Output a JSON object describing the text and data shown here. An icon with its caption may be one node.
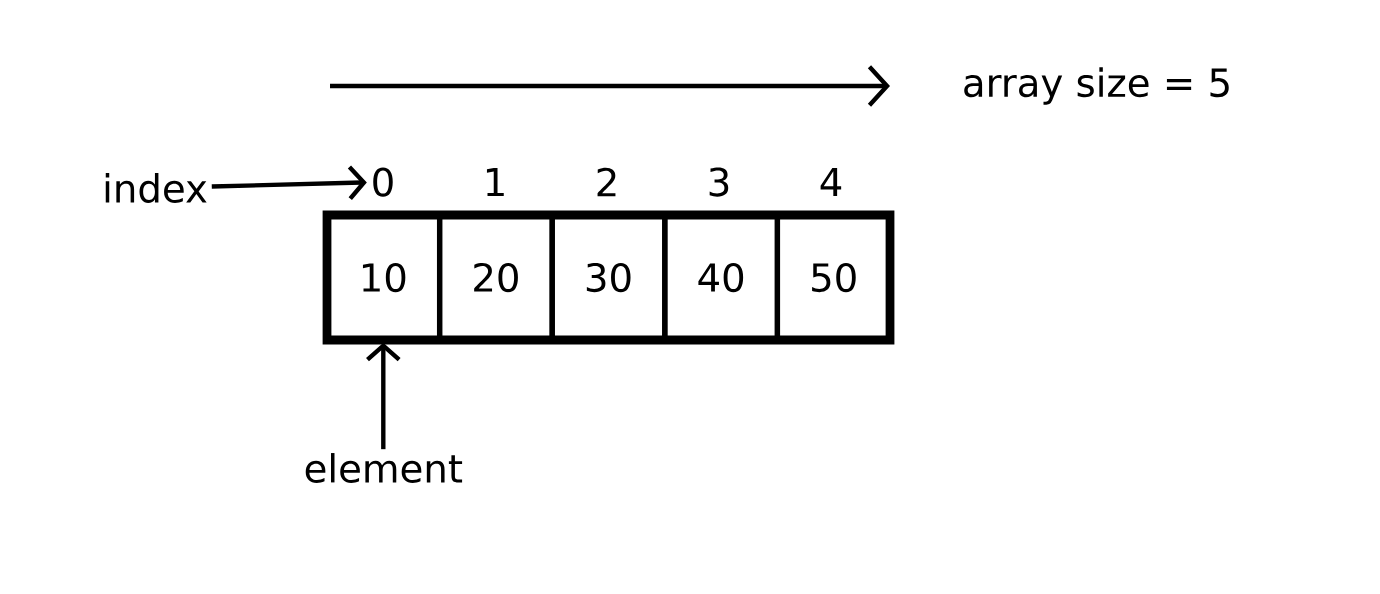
{
  "diagram": {
    "nodes": [
      {
        "text": [
          "index"
        ]
      },
      {
        "text": [
          "0"
        ]
      },
      {
        "text": [
          "1"
        ]
      },
      {
        "text": [
          "2"
        ]
      },
      {
        "text": [
          "3"
        ]
      },
      {
        "text": [
          "4"
        ]
      },
      {
        "text": [],
        "shape": "box"
      },
      {
        "text": [
          "10"
        ],
        "in": 6
      },
      {
        "text": [
          "20"
        ],
        "in": 6
      },
      {
        "text": [
          "30"
        ],
        "in": 6
      },
      {
        "text": [
          "40"
        ],
        "in": 6
      },
      {
        "text": [
          "50"
        ],
        "in": 6
      },
      {
        "text": [
          "element"
        ]
      }
    ],
    "edges": [
      {
        "from": 0,
        "to": 1,
        "arrow": "to"
      },
      {
        "from": 12,
        "to": 7,
        "arrow": "to"
      }
    ],
    "labels": [
      "array size = 5"
    ]
  }
}
